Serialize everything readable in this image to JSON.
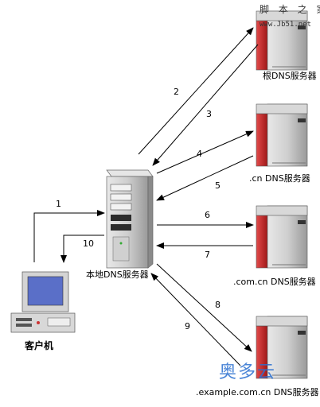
{
  "watermark_top": {
    "line1": "脚 本 之 家",
    "line2": "www.Jb51.net"
  },
  "watermark_bottom": "奥多云",
  "nodes": {
    "root_dns": "根DNS服务器",
    "cn_dns": ".cn DNS服务器",
    "comcn_dns": ".com.cn DNS服务器",
    "example_dns": ".example.com.cn DNS服务器",
    "local_dns": "本地DNS服务器",
    "client": "客户机"
  },
  "steps": [
    "1",
    "2",
    "3",
    "4",
    "5",
    "6",
    "7",
    "8",
    "9",
    "10"
  ],
  "colors": {
    "server_red": "#c0282a",
    "server_gray": "#b8b8b8",
    "screen_blue": "#5a6fc8"
  }
}
